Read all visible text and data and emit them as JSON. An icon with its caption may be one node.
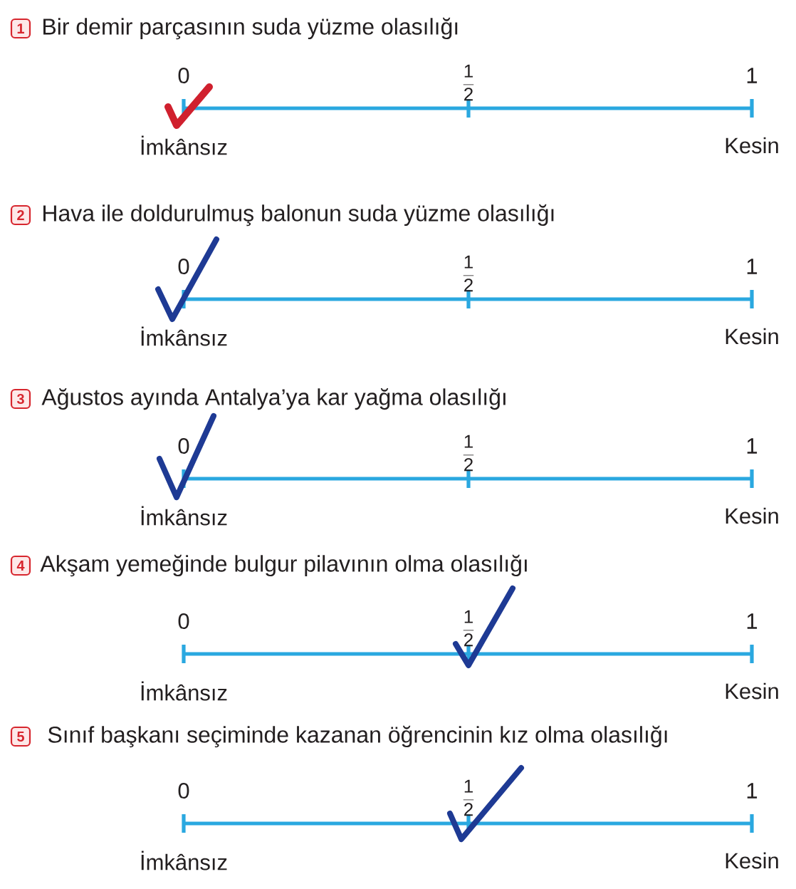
{
  "diagram": {
    "nodes": [
      {
        "text": [
          "1"
        ],
        "beside": [
          "Bir demir parçasının suda yüzme olasılığı"
        ]
      },
      {
        "text": [
          "2"
        ],
        "beside": [
          "Hava ile doldurulmuş balonun suda yüzme olasılığı"
        ]
      },
      {
        "text": [
          "3"
        ],
        "beside": [
          "Ağustos ayında Antalya’ya kar yağma olasılığı"
        ]
      },
      {
        "text": [
          "4"
        ],
        "beside": [
          "Akşam yemeğinde bulgur pilavının olma olasılığı"
        ]
      },
      {
        "text": [
          "5"
        ],
        "beside": [
          "Sınıf başkanı seçiminde kazanan öğrencinin kız olma olasılığı"
        ]
      }
    ],
    "labels": [
      "0",
      "\\frac{1}{2}",
      "1",
      "İmkânsız",
      "Kesin",
      "0",
      "\\frac{1}{2}",
      "1",
      "İmkânsız",
      "Kesin",
      "0",
      "\\frac{1}{2}",
      "1",
      "İmkânsız",
      "Kesin",
      "0",
      "\\frac{1}{2}",
      "1",
      "İmkânsız",
      "Kesin",
      "0",
      "\\frac{1}{2}",
      "1",
      "İmkânsız",
      "Kesin"
    ]
  }
}
